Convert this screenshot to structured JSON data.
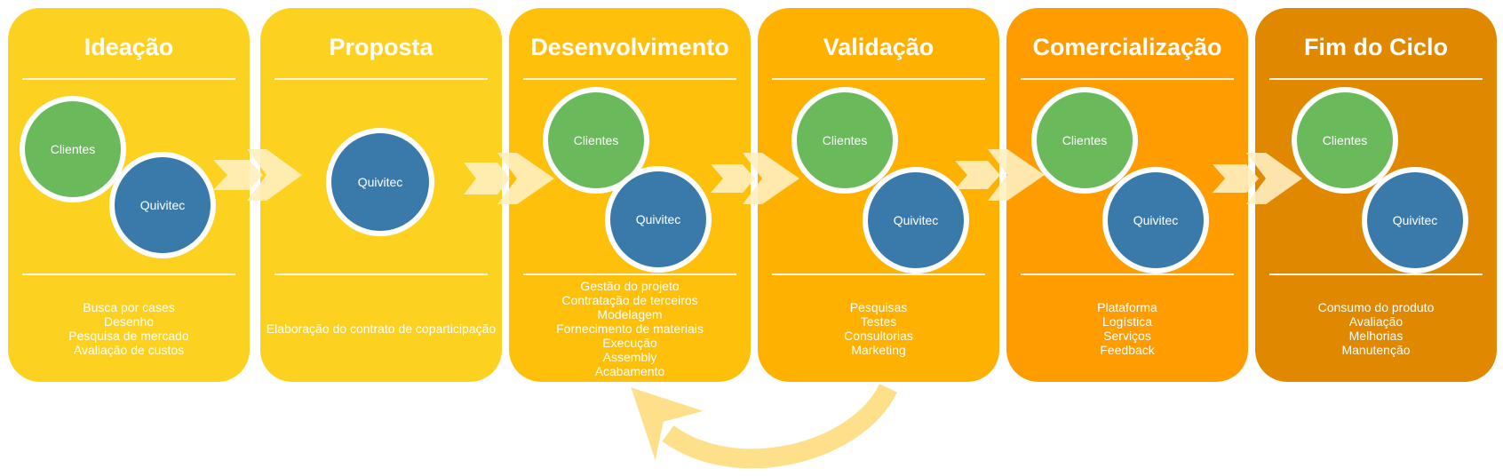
{
  "colors": {
    "stage_1": "#fdd11f",
    "stage_2": "#fdd11f",
    "stage_3": "#fec00a",
    "stage_4": "#feb100",
    "stage_5": "#fe9c00",
    "stage_6": "#df8800",
    "clients": "#6aba5b",
    "quivitec": "#3a7aab",
    "arrow": "#fff0c0",
    "loop_arrow": "#fee08a"
  },
  "stages": [
    {
      "title": "Ideação",
      "clients_label": "Clientes",
      "quivitec_label": "Quivitec",
      "items": [
        "Busca por cases",
        "Desenho",
        "Pesquisa de mercado",
        "Avaliação de custos"
      ]
    },
    {
      "title": "Proposta",
      "quivitec_label": "Quivitec",
      "items": [
        "Elaboração do contrato de coparticipação"
      ]
    },
    {
      "title": "Desenvolvimento",
      "clients_label": "Clientes",
      "quivitec_label": "Quivitec",
      "items": [
        "Gestão do projeto",
        "Contratação de terceiros",
        "Modelagem",
        "Fornecimento de materiais",
        "Execução",
        "Assembly",
        "Acabamento"
      ]
    },
    {
      "title": "Validação",
      "clients_label": "Clientes",
      "quivitec_label": "Quivitec",
      "items": [
        "Pesquisas",
        "Testes",
        "Consultorias",
        "Marketing"
      ]
    },
    {
      "title": "Comercialização",
      "clients_label": "Clientes",
      "quivitec_label": "Quivitec",
      "items": [
        "Plataforma",
        "Logística",
        "Serviços",
        "Feedback"
      ]
    },
    {
      "title": "Fim do Ciclo",
      "clients_label": "Clientes",
      "quivitec_label": "Quivitec",
      "items": [
        "Consumo do produto",
        "Avaliação",
        "Melhorias",
        "Manutenção"
      ]
    }
  ]
}
